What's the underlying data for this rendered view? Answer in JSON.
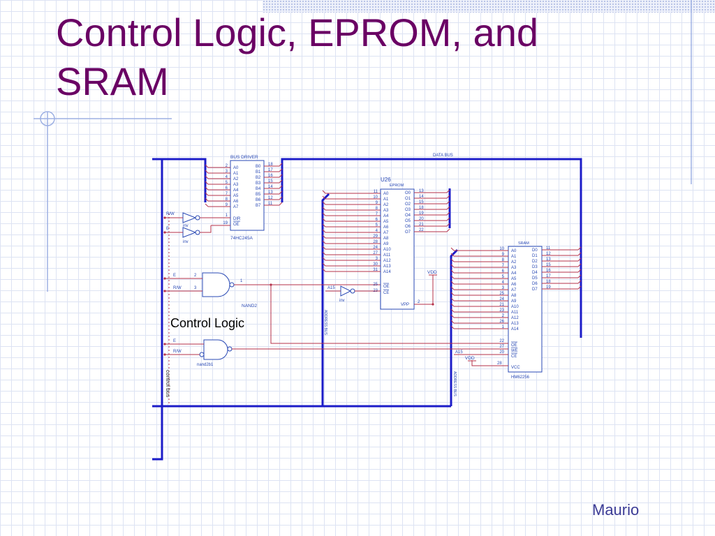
{
  "slide": {
    "title": "Control Logic, EPROM, and SRAM",
    "author": "Maurio"
  },
  "colors": {
    "title": "#6a0064",
    "bus": "#1c1cc8",
    "wire": "#b4324a",
    "component": "#2848b4",
    "grid": "#dde3f3",
    "author": "#3c3c96"
  },
  "schematic": {
    "bus_driver": {
      "title": "BUS DRIVER",
      "part": "74HC245A",
      "left_pins": [
        "A0",
        "A1",
        "A2",
        "A3",
        "A4",
        "A5",
        "A6",
        "A7"
      ],
      "left_nums": [
        "2",
        "3",
        "4",
        "5",
        "6",
        "7",
        "8",
        "9"
      ],
      "right_pins": [
        "B0",
        "B1",
        "B2",
        "B3",
        "B4",
        "B5",
        "B6",
        "B7"
      ],
      "right_nums": [
        "18",
        "17",
        "16",
        "15",
        "14",
        "13",
        "12",
        "11"
      ],
      "dir_label": "DIR",
      "oe_label": "OE",
      "dir_num": "1",
      "oe_num": "19"
    },
    "inverters": [
      {
        "input": "R/W",
        "label": "inv"
      },
      {
        "input": "E",
        "label": "inv"
      }
    ],
    "nand2": {
      "label": "NAND2",
      "inputs": [
        "E",
        "R/W"
      ],
      "input_nums": [
        "2",
        "3"
      ],
      "output_num": "1"
    },
    "nand2b1": {
      "label": "nand2b1",
      "inputs": [
        "E",
        "R/W"
      ]
    },
    "control_logic_label": "Control Logic",
    "control_bus_label": "control bus",
    "eprom": {
      "ref": "U26",
      "title": "EPROM",
      "left_pins": [
        "A0",
        "A1",
        "A2",
        "A3",
        "A4",
        "A5",
        "A6",
        "A7",
        "A8",
        "A9",
        "A10",
        "A11",
        "A12",
        "A13",
        "A14"
      ],
      "left_nums": [
        "11",
        "10",
        "9",
        "8",
        "7",
        "6",
        "5",
        "4",
        "29",
        "28",
        "24",
        "27",
        "3",
        "30",
        "31"
      ],
      "right_pins": [
        "O0",
        "O1",
        "O2",
        "O3",
        "O4",
        "O5",
        "O6",
        "O7"
      ],
      "right_nums": [
        "13",
        "14",
        "15",
        "18",
        "19",
        "20",
        "21",
        "22"
      ],
      "oe_label": "OE",
      "ce_label": "CE",
      "oe_num": "25",
      "ce_num": "23",
      "vpp_label": "VPP",
      "vpp_num": "2",
      "vdd_label": "VDD",
      "a15_label": "A15",
      "inv_label": "inv"
    },
    "sram": {
      "title": "SRAM",
      "part": "HM62256",
      "left_pins": [
        "A0",
        "A1",
        "A2",
        "A3",
        "A4",
        "A5",
        "A6",
        "A7",
        "A8",
        "A9",
        "A10",
        "A11",
        "A12",
        "A13",
        "A14"
      ],
      "left_nums": [
        "10",
        "9",
        "8",
        "7",
        "6",
        "5",
        "4",
        "3",
        "25",
        "24",
        "21",
        "23",
        "2",
        "26",
        "1"
      ],
      "right_pins": [
        "D0",
        "D1",
        "D2",
        "D3",
        "D4",
        "D5",
        "D6",
        "D7"
      ],
      "right_nums": [
        "11",
        "12",
        "13",
        "15",
        "16",
        "17",
        "18",
        "19"
      ],
      "oe_label": "OE",
      "we_label": "WE",
      "ce_label": "CE",
      "oe_num": "22",
      "we_num": "27",
      "ce_num": "20",
      "vcc_label": "VCC",
      "vcc_num": "28",
      "vdd_label": "VDD",
      "a15_label": "A15"
    },
    "data_bus_label": "DATA BUS",
    "address_bus_label": "ADDRESS BUS"
  }
}
